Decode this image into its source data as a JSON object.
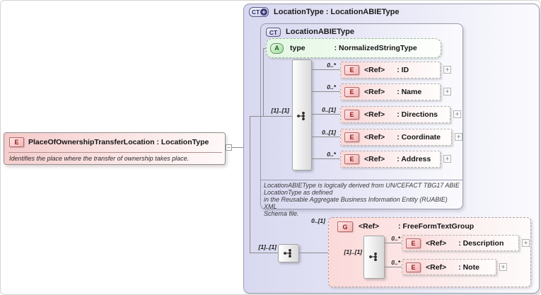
{
  "diagram": {
    "root_element": {
      "badge": "E",
      "title": "PlaceOfOwnershipTransferLocation : LocationType",
      "description": "Identifies the place where the transfer of ownership takes place."
    },
    "outer_type": {
      "badge": "CT",
      "title": "LocationType : LocationABIEType"
    },
    "inner_type": {
      "badge": "CT",
      "title": "LocationABIEType",
      "annotation": "LocationABIEType is logically derived from UN/CEFACT TBG17 ABIE\nLocationType as defined\nin the Reusable Aggregate Business Information Entity (RUABIE) XML\nSchema file."
    },
    "attribute": {
      "badge": "A",
      "name": "type",
      "type": ": NormalizedStringType"
    },
    "sequences": {
      "top_cardinality": "[1]..[1]",
      "bottom_cardinality": "[1]..[1]",
      "group_cardinality": "[1]..[1]"
    },
    "elements": [
      {
        "badge": "E",
        "ref": "<Ref>",
        "type": ": ID",
        "cardinality": "0..*"
      },
      {
        "badge": "E",
        "ref": "<Ref>",
        "type": ": Name",
        "cardinality": "0..*"
      },
      {
        "badge": "E",
        "ref": "<Ref>",
        "type": ": Directions",
        "cardinality": "0..[1]"
      },
      {
        "badge": "E",
        "ref": "<Ref>",
        "type": ": Coordinate",
        "cardinality": "0..[1]"
      },
      {
        "badge": "E",
        "ref": "<Ref>",
        "type": ": Address",
        "cardinality": "0..*"
      }
    ],
    "group": {
      "badge": "G",
      "ref": "<Ref>",
      "type": ": FreeFormTextGroup",
      "cardinality": "0..[1]",
      "elements": [
        {
          "badge": "E",
          "ref": "<Ref>",
          "type": ": Description",
          "cardinality": "0..*"
        },
        {
          "badge": "E",
          "ref": "<Ref>",
          "type": ": Note",
          "cardinality": "0..*"
        }
      ]
    },
    "colors": {
      "type_box_fill": "#d8d8f0",
      "element_fill": "#fad8d8",
      "attribute_fill": "#e2f7e2",
      "element_badge": "#f5b2b2",
      "type_badge": "#c7c7e6",
      "attribute_badge": "#9fdf9f",
      "badge_text_red": "#8f1a1a",
      "connector": "#8c8c8c"
    }
  }
}
